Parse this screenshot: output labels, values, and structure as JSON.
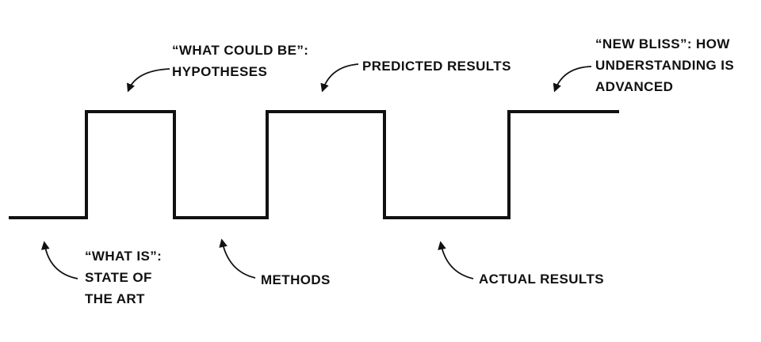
{
  "colors": {
    "ink": "#111111",
    "background": "#ffffff"
  },
  "labels": {
    "hypotheses": {
      "lines": [
        "“WHAT COULD BE”:",
        "HYPOTHESES"
      ]
    },
    "predicted": {
      "lines": [
        "PREDICTED RESULTS"
      ]
    },
    "new_bliss": {
      "lines": [
        "“NEW BLISS”: HOW",
        "UNDERSTANDING IS",
        "ADVANCED"
      ]
    },
    "what_is": {
      "lines": [
        "“WHAT IS”:",
        "STATE OF",
        "THE ART"
      ]
    },
    "methods": {
      "lines": [
        "METHODS"
      ]
    },
    "actual": {
      "lines": [
        "ACTUAL RESULTS"
      ]
    }
  },
  "wave": {
    "kind": "square-wave",
    "segments": [
      {
        "level": "low",
        "annotation": "what_is"
      },
      {
        "level": "high",
        "annotation": "hypotheses"
      },
      {
        "level": "low",
        "annotation": "methods"
      },
      {
        "level": "high",
        "annotation": "predicted"
      },
      {
        "level": "low",
        "annotation": "actual"
      },
      {
        "level": "high",
        "annotation": "new_bliss"
      }
    ]
  }
}
